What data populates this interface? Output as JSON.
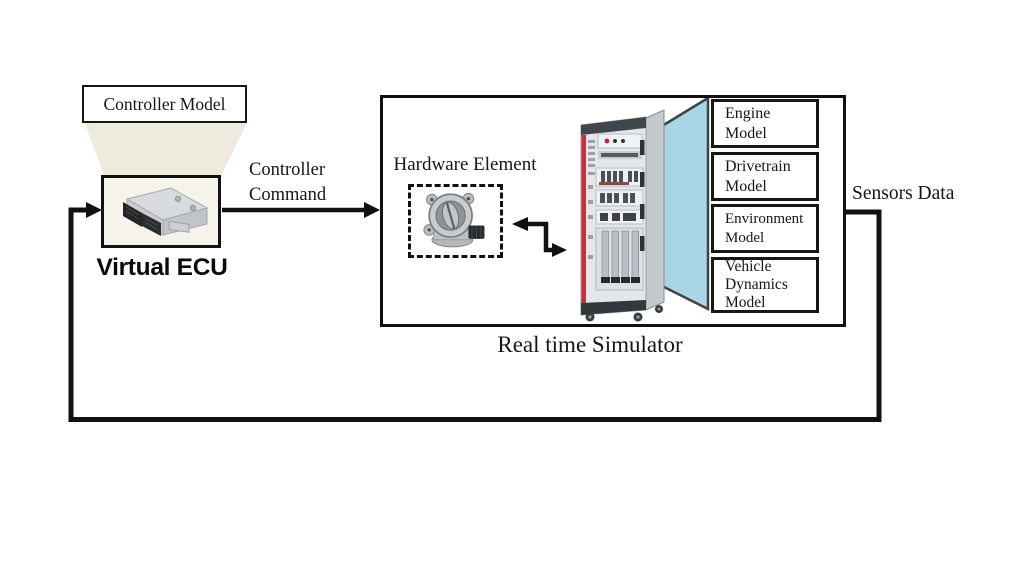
{
  "labels": {
    "controller_model": "Controller Model",
    "virtual_ecu": "Virtual ECU",
    "controller_command_line1": "Controller",
    "controller_command_line2": "Command",
    "hardware_element": "Hardware Element",
    "real_time_simulator": "Real time Simulator",
    "sensors_data": "Sensors Data"
  },
  "models": [
    {
      "label": "Engine Model",
      "lines": [
        "Engine",
        "Model"
      ]
    },
    {
      "label": "Drivetrain Model",
      "lines": [
        "Drivetrain",
        "Model"
      ]
    },
    {
      "label": "Environment Model",
      "lines": [
        "Environment",
        "Model"
      ]
    },
    {
      "label": "Vehicle Dynamics Model",
      "lines": [
        "Vehicle",
        "Dynamics",
        "Model"
      ]
    }
  ],
  "colors": {
    "line_black": "#111111",
    "beam_beige": "#eeeadd",
    "door_blue": "#a9d6e5",
    "rack_red_stripe": "#c8303a",
    "ecu_box_bg": "#f6f3ea"
  }
}
